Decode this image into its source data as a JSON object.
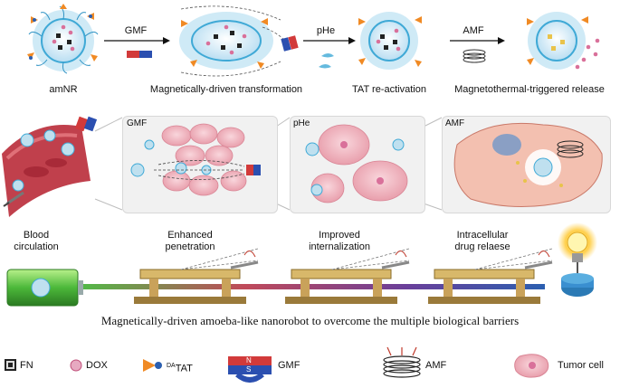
{
  "stages": [
    {
      "label": "amNR"
    },
    {
      "label": "Magnetically-driven transformation"
    },
    {
      "label": "TAT re-activation"
    },
    {
      "label": "Magnetothermal-triggered release"
    }
  ],
  "arrows": {
    "gmf": "GMF",
    "phe": "pHe",
    "amf": "AMF"
  },
  "panels": {
    "gmf": "GMF",
    "phe": "pHe",
    "amf": "AMF"
  },
  "barriers": [
    {
      "line1": "Blood",
      "line2": "circulation"
    },
    {
      "line1": "Enhanced",
      "line2": "penetration"
    },
    {
      "line1": "Improved",
      "line2": "internalization"
    },
    {
      "line1": "Intracellular",
      "line2": "drug relaese"
    }
  ],
  "caption": "Magnetically-driven amoeba-like nanorobot to overcome the multiple biological barriers",
  "legend": {
    "fn": "FN",
    "dox": "DOX",
    "tat_sup": "DA",
    "tat": "TAT",
    "magnet_n": "N",
    "magnet_s": "S",
    "gmf": "GMF",
    "amf": "AMF",
    "tumor": "Tumor cell"
  },
  "colors": {
    "polymer": "#3fa9d6",
    "core": "#cfe9f7",
    "tat": "#f08a24",
    "dox": "#d9709a",
    "cell": "#f2b8c2",
    "switch": "#d8b86a"
  }
}
